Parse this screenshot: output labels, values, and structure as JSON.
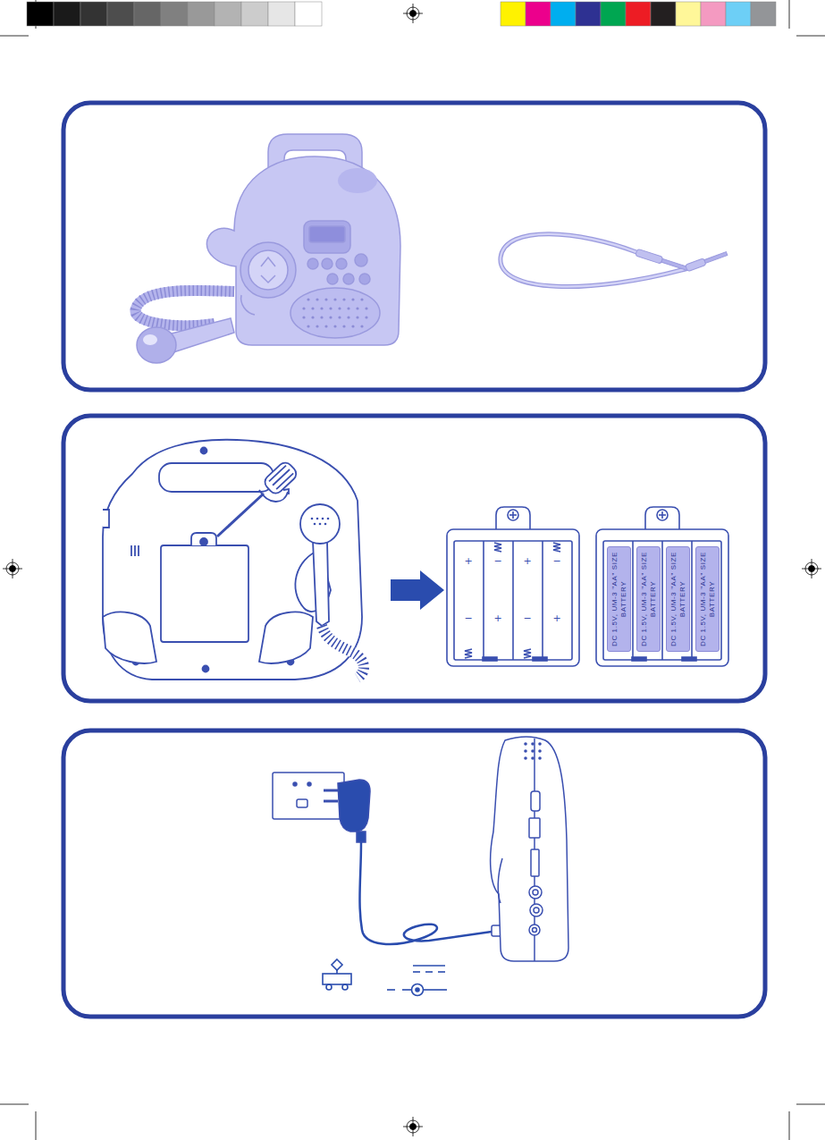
{
  "diagram": {
    "nodes": [
      {
        "text": [
          "DC 1.5V, UM-3 \"AA\" SIZE BATTERY"
        ]
      },
      {
        "text": [
          "DC 1.5V, UM-3 \"AA\" SIZE BATTERY"
        ]
      },
      {
        "text": [
          "DC 1.5V, UM-3 \"AA\" SIZE BATTERY"
        ]
      },
      {
        "text": [
          "DC 1.5V, UM-3 \"AA\" SIZE BATTERY"
        ]
      }
    ],
    "labels": [
      "+",
      "−",
      "−",
      "+",
      "+",
      "−",
      "−",
      "+"
    ]
  }
}
